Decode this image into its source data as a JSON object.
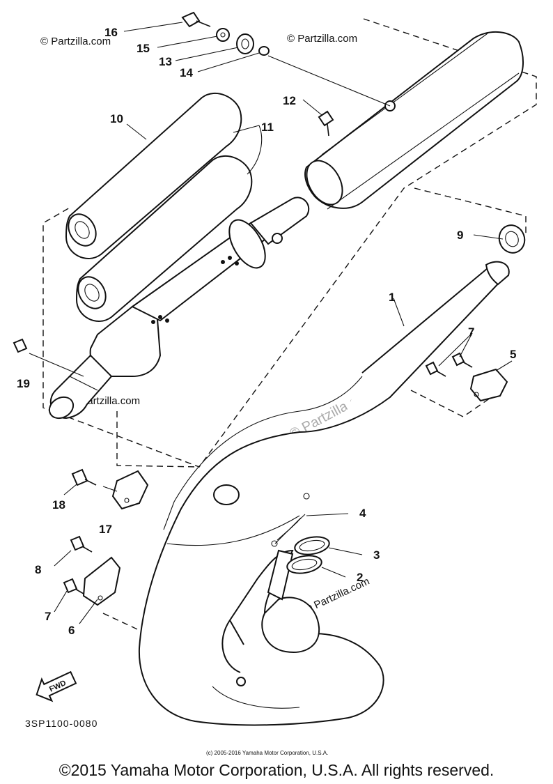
{
  "callouts": {
    "c1": "1",
    "c2": "2",
    "c3": "3",
    "c4": "4",
    "c5": "5",
    "c6": "6",
    "c7a": "7",
    "c7b": "7",
    "c8": "8",
    "c9": "9",
    "c10": "10",
    "c11": "11",
    "c12": "12",
    "c13": "13",
    "c14": "14",
    "c15": "15",
    "c16": "16",
    "c17": "17",
    "c18": "18",
    "c19": "19"
  },
  "fwd_label": "FWD",
  "diagram_code": "3SP1100-0080",
  "small_copyright": "(c) 2005-2016 Yamaha Motor Corporation, U.S.A.",
  "watermark": "© Partzilla.com",
  "copyright": "©2015 Yamaha Motor Corporation, U.S.A. All rights reserved."
}
